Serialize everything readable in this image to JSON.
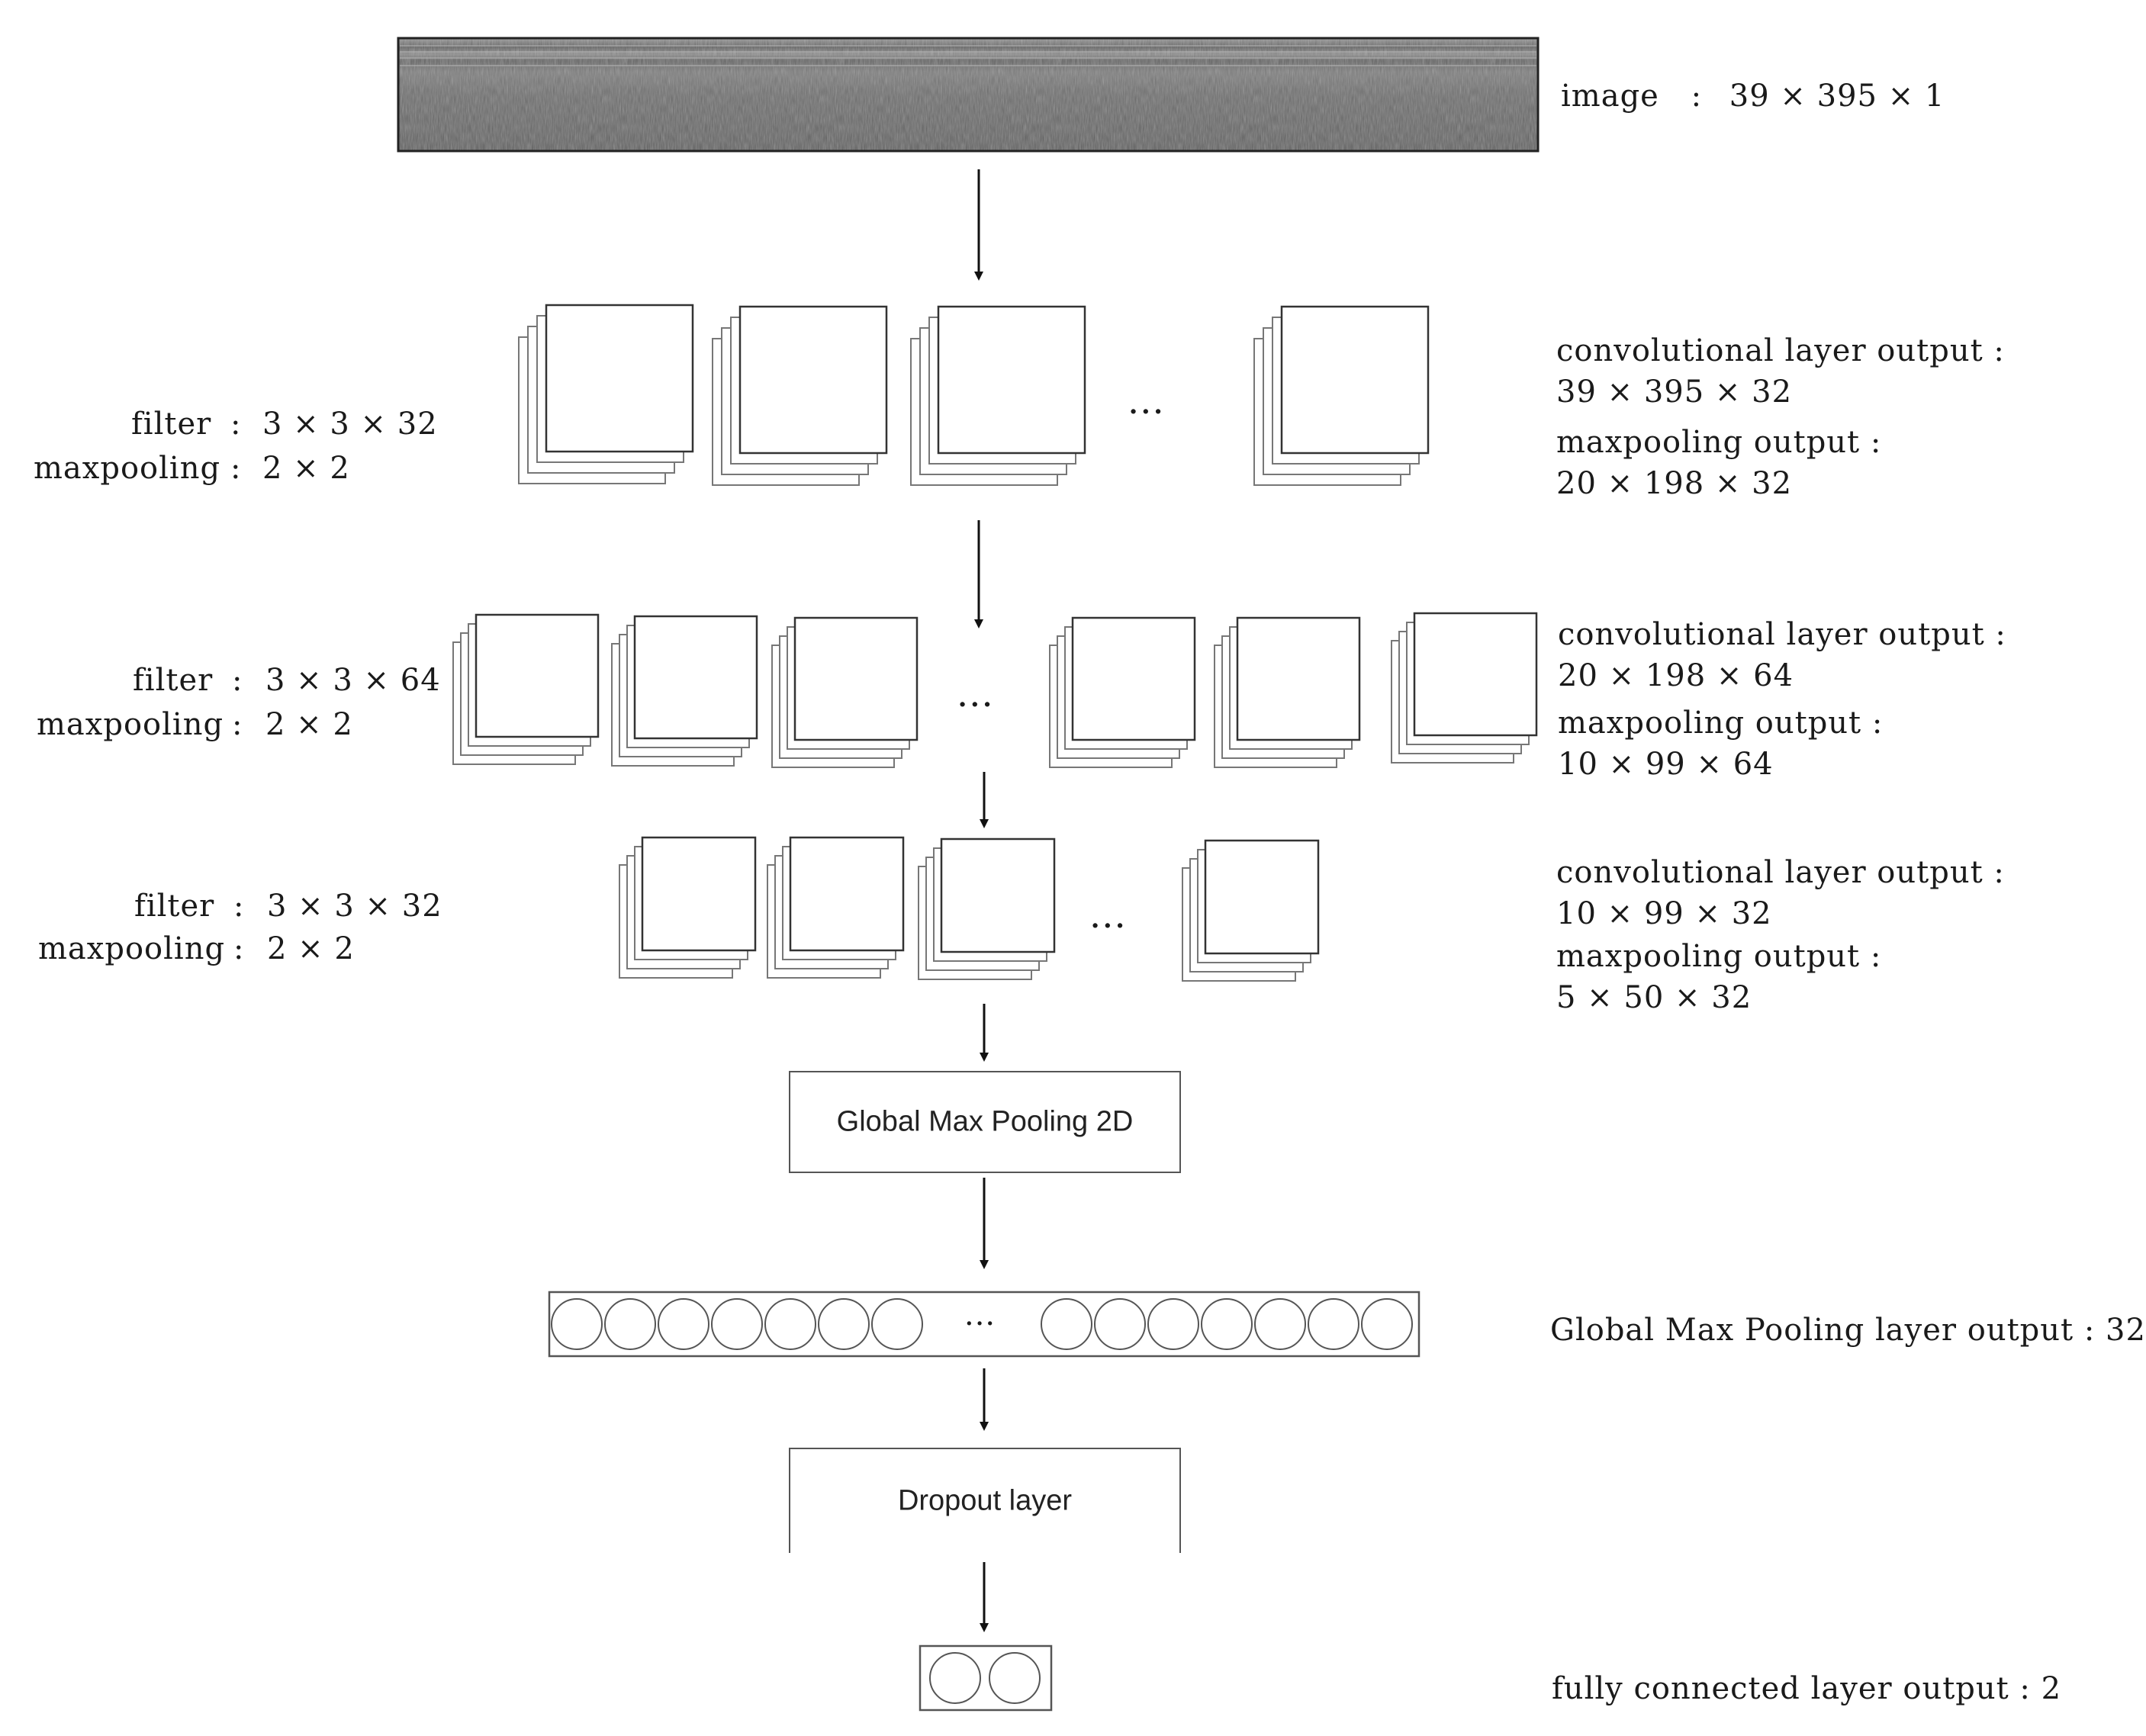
{
  "input": {
    "label": "image",
    "separator": ":",
    "shape": "39 × 395 × 1"
  },
  "conv_blocks": [
    {
      "filter_label": "filter",
      "filter_value": "3 × 3 × 32",
      "pool_label": "maxpooling",
      "pool_value": "2 × 2",
      "separator": ":",
      "conv_output_label": "convolutional  layer  output :",
      "conv_output_value": "39 × 395 × 32",
      "pool_output_label": "maxpooling  output :",
      "pool_output_value": "20 × 198 × 32",
      "ellipsis": "···"
    },
    {
      "filter_label": "filter",
      "filter_value": "3 × 3 × 64",
      "pool_label": "maxpooling",
      "pool_value": "2 × 2",
      "separator": ":",
      "conv_output_label": "convolutional  layer  output :",
      "conv_output_value": "20 × 198 × 64",
      "pool_output_label": "maxpooling  output :",
      "pool_output_value": "10 × 99 × 64",
      "ellipsis": "···"
    },
    {
      "filter_label": "filter",
      "filter_value": "3 × 3 × 32",
      "pool_label": "maxpooling",
      "pool_value": "2 × 2",
      "separator": ":",
      "conv_output_label": "convolutional  layer  output :",
      "conv_output_value": "10 × 99 × 32",
      "pool_output_label": "maxpooling  output :",
      "pool_output_value": "5 × 50 × 32",
      "ellipsis": "···"
    }
  ],
  "global_pool": {
    "box_label": "Global Max Pooling 2D",
    "output_label": "Global  Max  Pooling  layer  output : 32",
    "ellipsis": "···"
  },
  "dropout": {
    "box_label": "Dropout layer"
  },
  "fully_connected": {
    "output_label": "fully  connected  layer  output : 2"
  },
  "colors": {
    "line": "#555555",
    "arrow": "#111111",
    "image_dark": "#4a4a4a",
    "image_light": "#8a8a8a"
  }
}
